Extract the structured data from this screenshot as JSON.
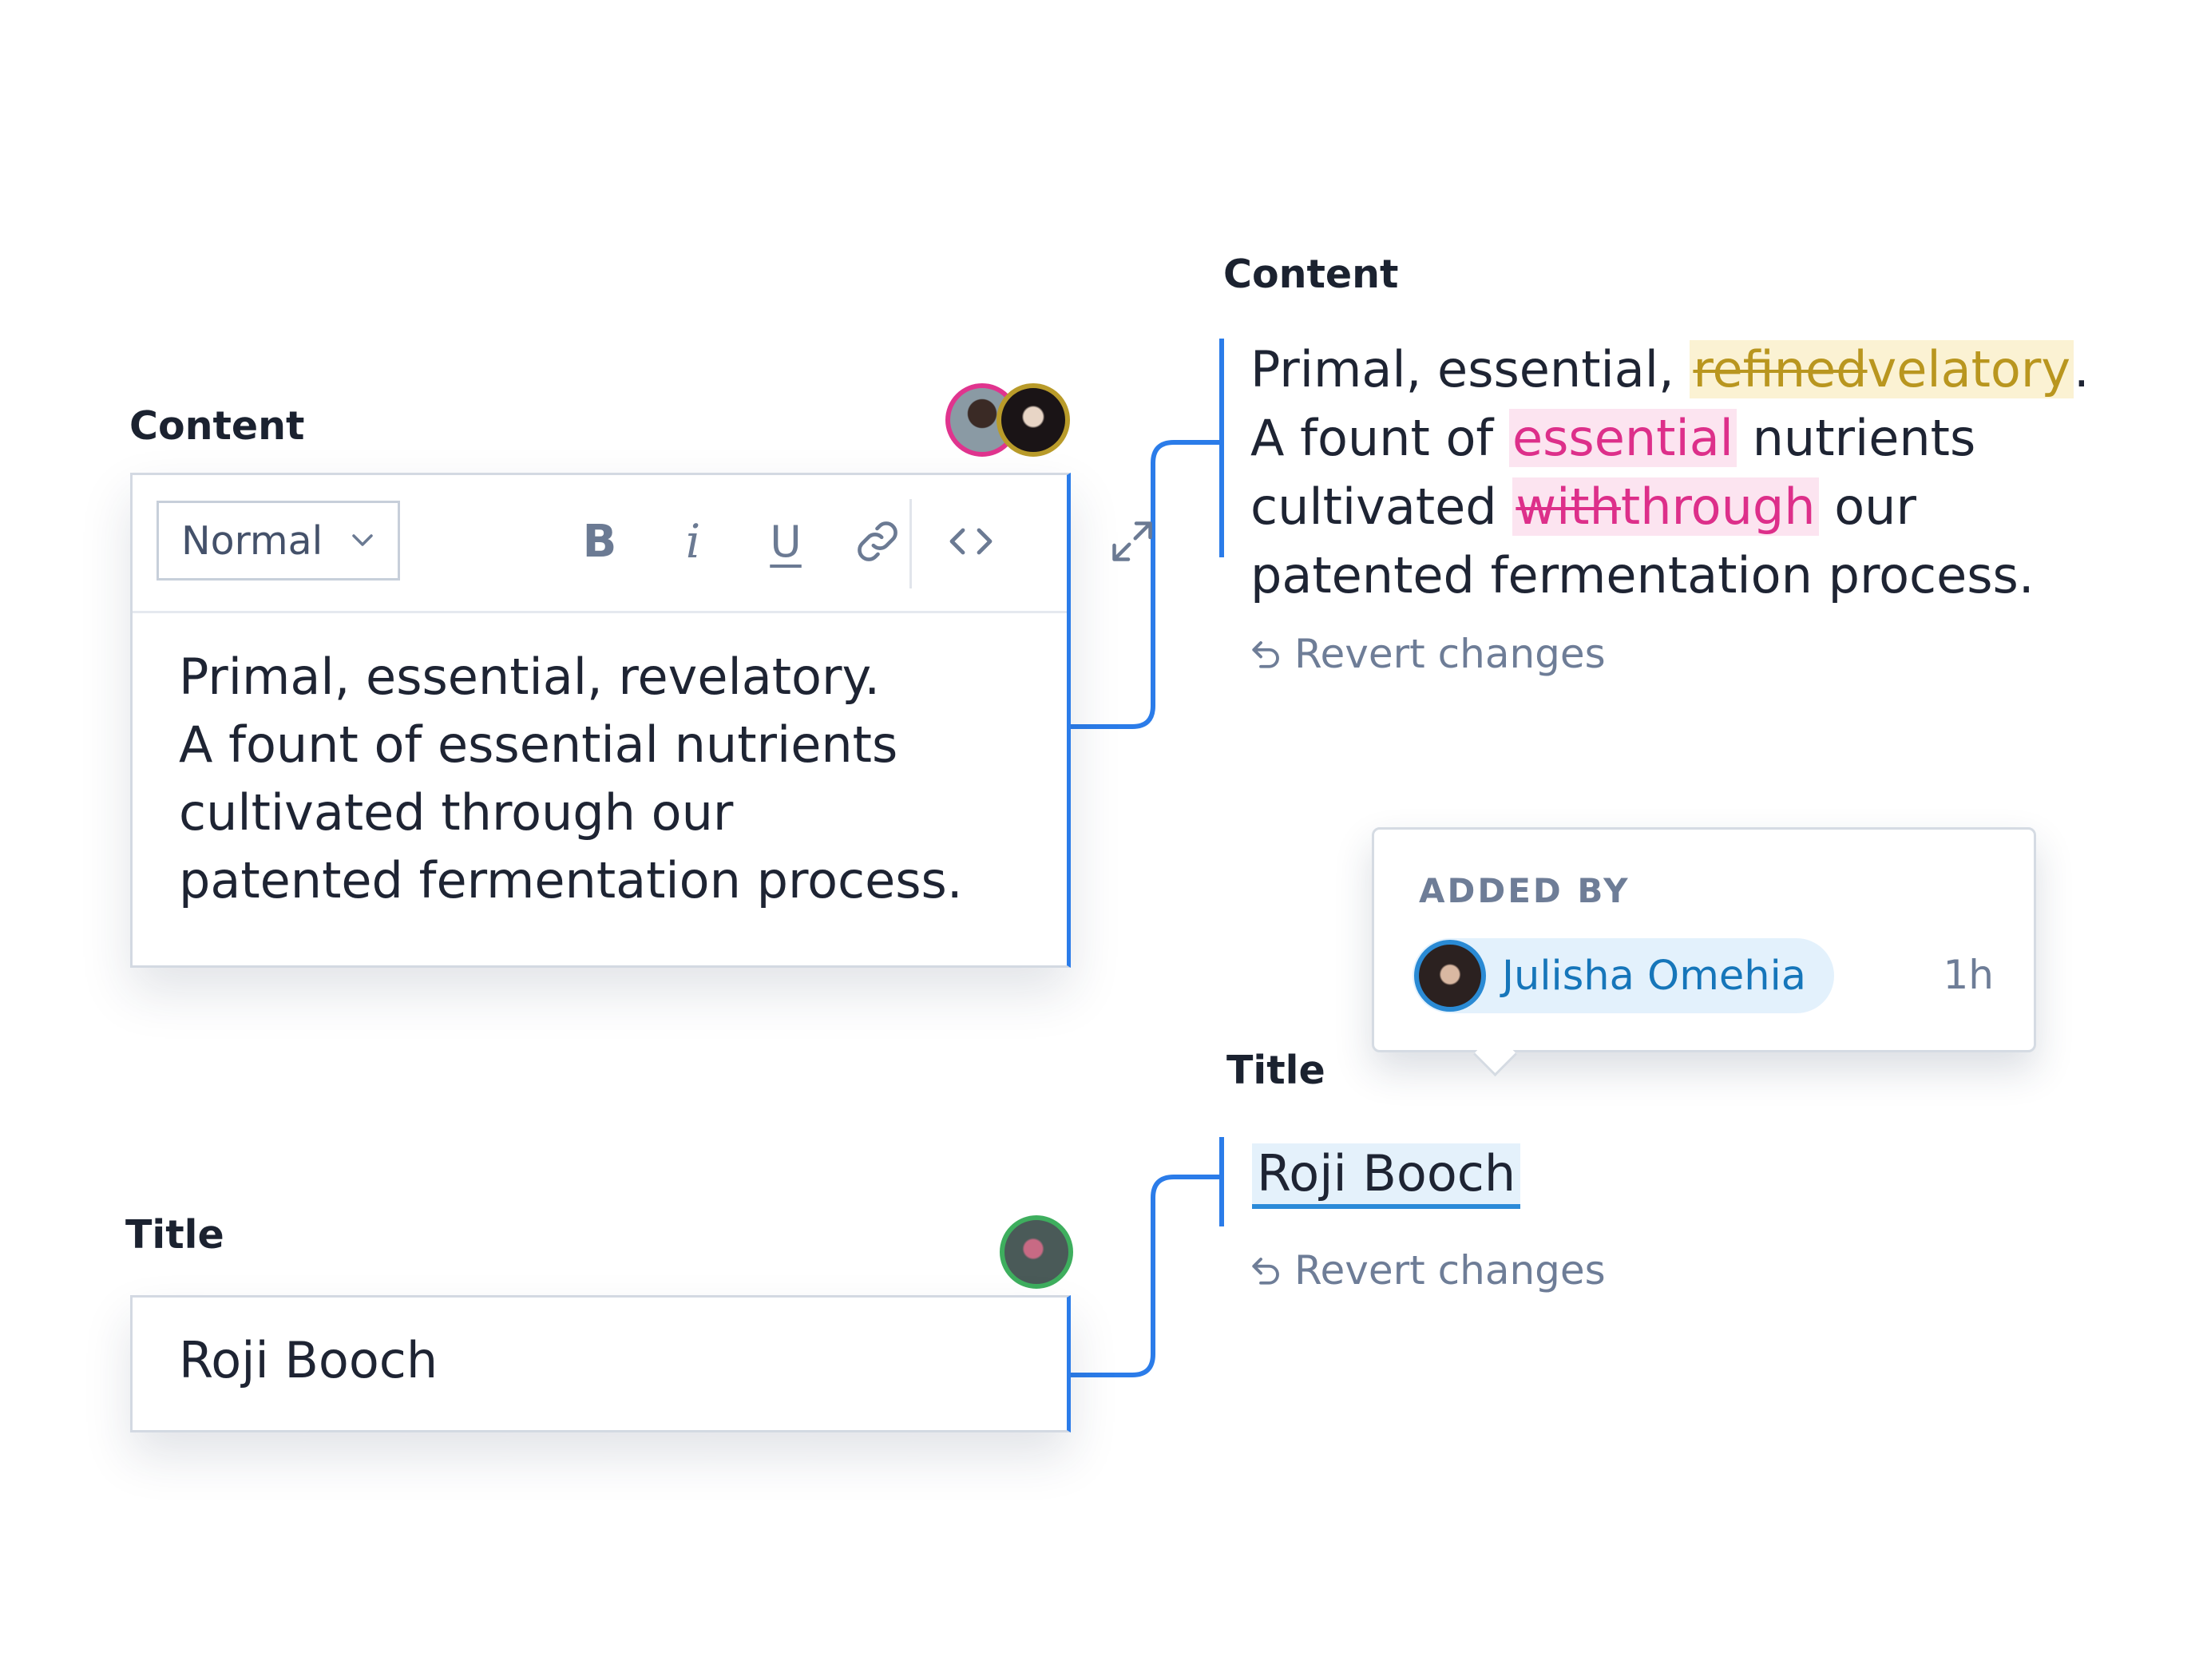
{
  "left": {
    "content_label": "Content",
    "toolbar": {
      "style_value": "Normal",
      "bold": "B",
      "italic": "i",
      "underline": "U"
    },
    "content_lines": [
      "Primal, essential, revelatory.",
      "A fount of essential nutrients",
      "cultivated through our",
      "patented fermentation process."
    ],
    "title_label": "Title",
    "title_value": "Roji Booch"
  },
  "right": {
    "content_label": "Content",
    "diff": {
      "line1_prefix": "Primal, essential, ",
      "line1_removed": "refined",
      "line1_added": "velatory",
      "line1_suffix": ".",
      "line2_prefix": "A fount of ",
      "line2_added": "essential",
      "line2_suffix": " nutrients",
      "line3_prefix": "cultivated ",
      "line3_removed": "with",
      "line3_added": "through",
      "line3_suffix": " our",
      "line4": "patented fermentation process."
    },
    "revert_label": "Revert changes",
    "title_label": "Title",
    "title_value": "Roji Booch",
    "title_revert_label": "Revert changes"
  },
  "tooltip": {
    "heading": "ADDED BY",
    "user_name": "Julisha Omehia",
    "time": "1h"
  },
  "colors": {
    "accent_blue": "#2b7ce9",
    "change_yellow": "#b9961f",
    "change_pink": "#dd2f8a",
    "chip_bg": "#e3f1fc"
  },
  "icons": {
    "dropdown": "chevron-down-icon",
    "link": "link-icon",
    "code": "code-icon",
    "expand": "expand-icon",
    "revert": "undo-icon"
  }
}
